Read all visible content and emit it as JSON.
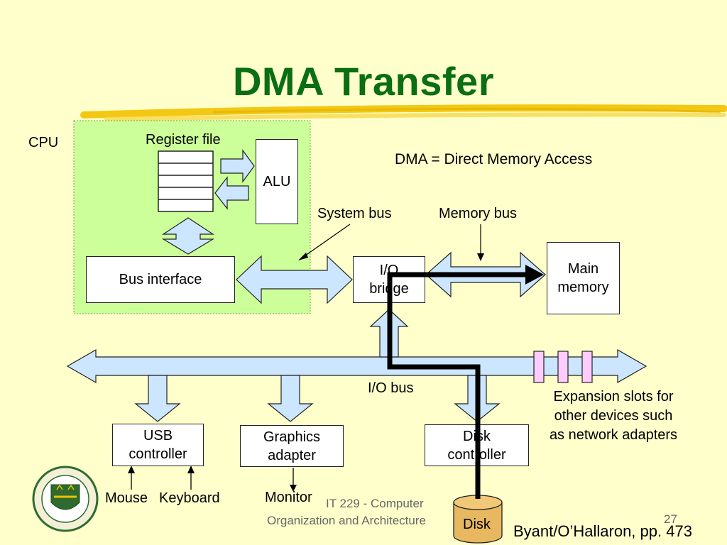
{
  "slide": {
    "title": "DMA Transfer",
    "definition": "DMA = Direct Memory Access",
    "footer_course_line1": "IT 229 - Computer",
    "footer_course_line2": "Organization and Architecture",
    "page_number": "27",
    "citation": "Byant/O’Hallaron, pp. 473"
  },
  "diagram": {
    "cpu_label": "CPU",
    "register_file_label": "Register file",
    "alu_label": "ALU",
    "bus_interface_label": "Bus interface",
    "system_bus_label": "System bus",
    "memory_bus_label": "Memory bus",
    "io_bridge_line1": "I/O",
    "io_bridge_line2": "bridge",
    "main_memory_line1": "Main",
    "main_memory_line2": "memory",
    "io_bus_label": "I/O bus",
    "expansion_line1": "Expansion slots for",
    "expansion_line2": "other devices such",
    "expansion_line3": "as network adapters",
    "usb_line1": "USB",
    "usb_line2": "controller",
    "graphics_line1": "Graphics",
    "graphics_line2": "adapter",
    "disk_ctrl_line1": "Disk",
    "disk_ctrl_line2": "controller",
    "mouse_label": "Mouse",
    "keyboard_label": "Keyboard",
    "monitor_label": "Monitor",
    "disk_label": "Disk"
  },
  "colors": {
    "background": "#ffffcc",
    "title": "#0a6e12",
    "cpu_area": "#ccff99",
    "bus_fill": "#cce6ff",
    "highlight_stroke": "#f2c200",
    "slot_fill": "#ffccff",
    "disk_fill": "#e8b860"
  }
}
